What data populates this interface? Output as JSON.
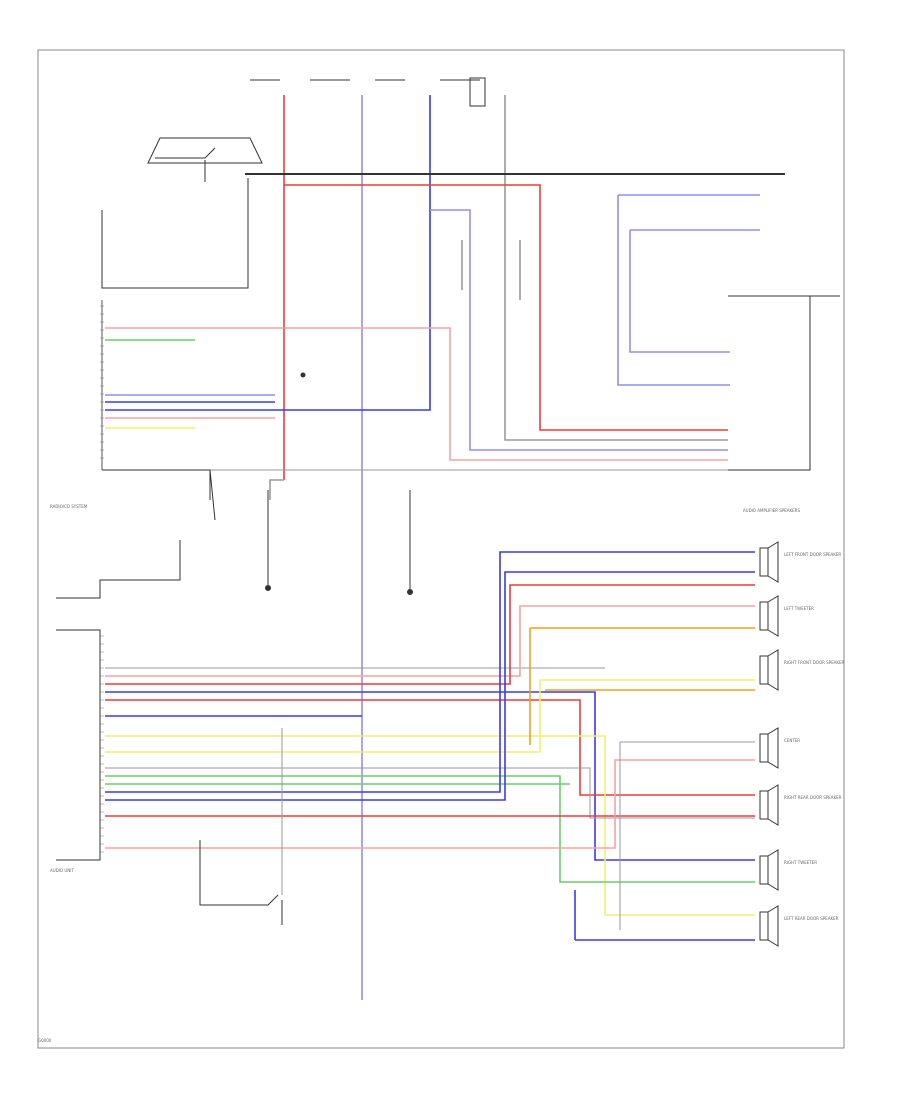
{
  "colors": {
    "red": "#ef3b3b",
    "pink": "#f4a3a3",
    "blue": "#3a3ae6",
    "lightblue": "#8f8ff2",
    "green": "#6acd6a",
    "yellow": "#f2ef72",
    "orange": "#f0a020",
    "gray": "#9a9a9a",
    "black": "#222222"
  },
  "labels": {
    "footer": "G0000",
    "module_left_upper": "RADIO/CD SYSTEM",
    "module_left_lower": "AUDIO UNIT",
    "speakers_block": "AUDIO AMPLIFIER SPEAKERS",
    "speakers": [
      "LEFT FRONT DOOR SPEAKER",
      "LEFT TWEETER",
      "RIGHT FRONT DOOR SPEAKER",
      "CENTER",
      "RIGHT REAR DOOR SPEAKER",
      "RIGHT TWEETER",
      "LEFT REAR DOOR SPEAKER"
    ]
  }
}
